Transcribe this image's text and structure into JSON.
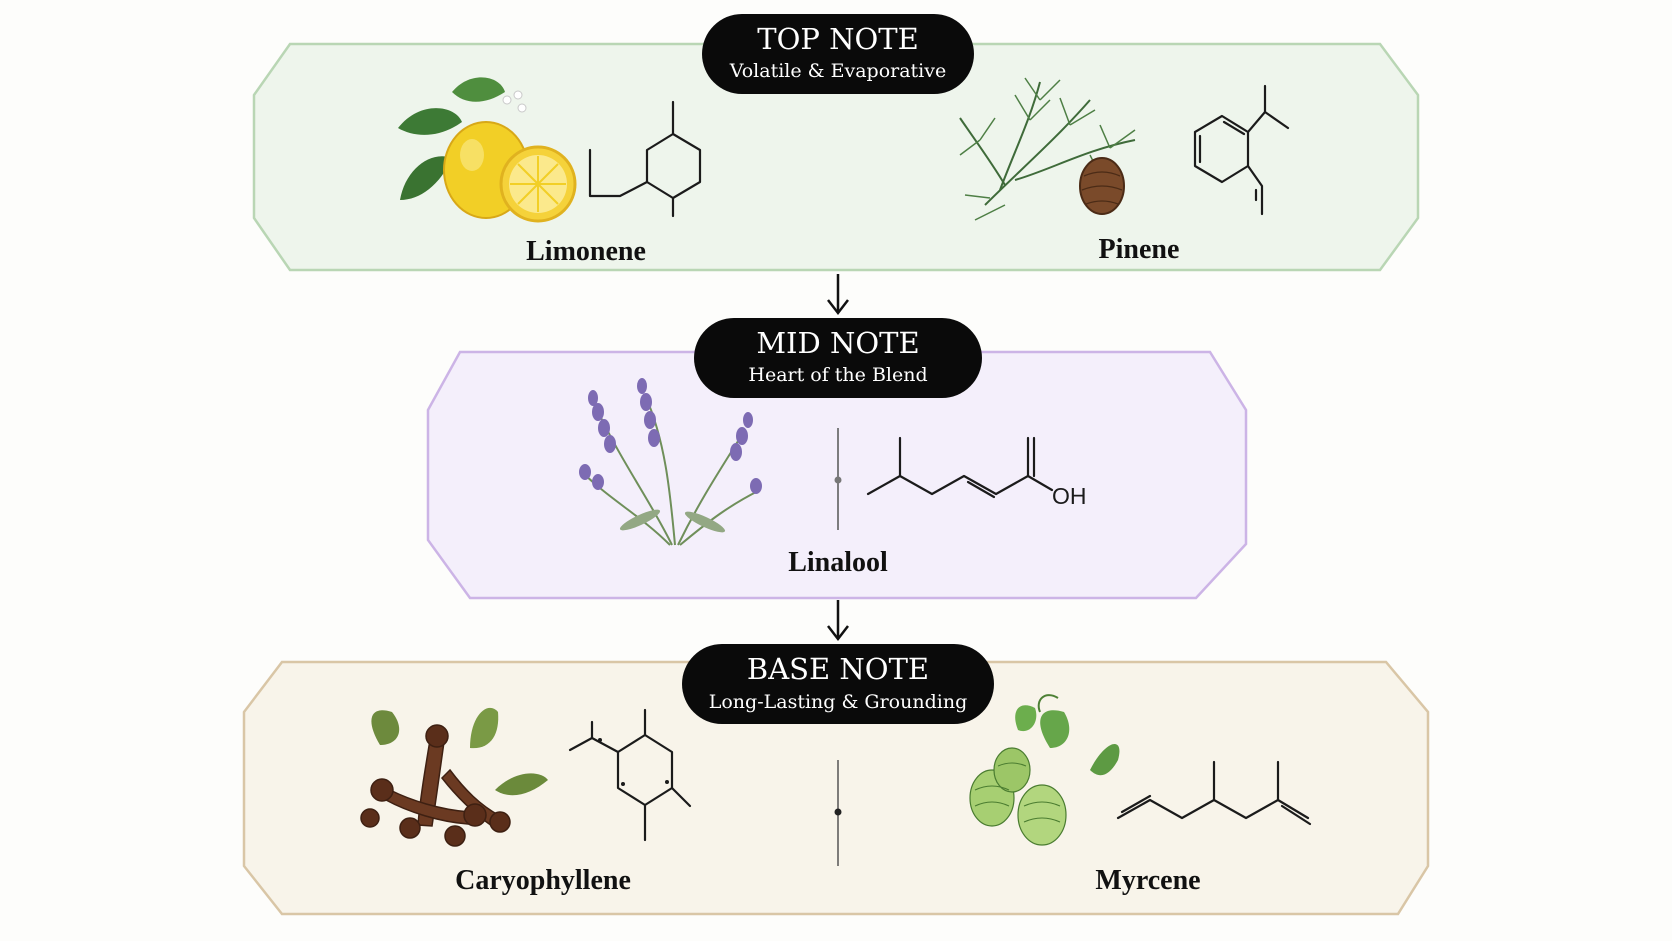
{
  "colors": {
    "top_fill": "#eef5ec",
    "top_border": "#b9d6b4",
    "mid_fill": "#f4effb",
    "mid_border": "#ccb4e6",
    "base_fill": "#f8f4ea",
    "base_border": "#d9c6a6",
    "pill": "#0a0a0a"
  },
  "tiers": {
    "top": {
      "title": "TOP NOTE",
      "subtitle": "Volatile & Evaporative",
      "compounds": [
        {
          "name": "Limonene",
          "icon": "lemon-icon"
        },
        {
          "name": "Pinene",
          "icon": "pine-branch-icon"
        }
      ]
    },
    "mid": {
      "title": "MID NOTE",
      "subtitle": "Heart of the Blend",
      "compounds": [
        {
          "name": "Linalool",
          "icon": "lavender-icon",
          "hydroxyl_label": "OH"
        }
      ]
    },
    "base": {
      "title": "BASE NOTE",
      "subtitle": "Long-Lasting & Grounding",
      "compounds": [
        {
          "name": "Caryophyllene",
          "icon": "cloves-icon"
        },
        {
          "name": "Myrcene",
          "icon": "hops-icon"
        }
      ]
    }
  }
}
